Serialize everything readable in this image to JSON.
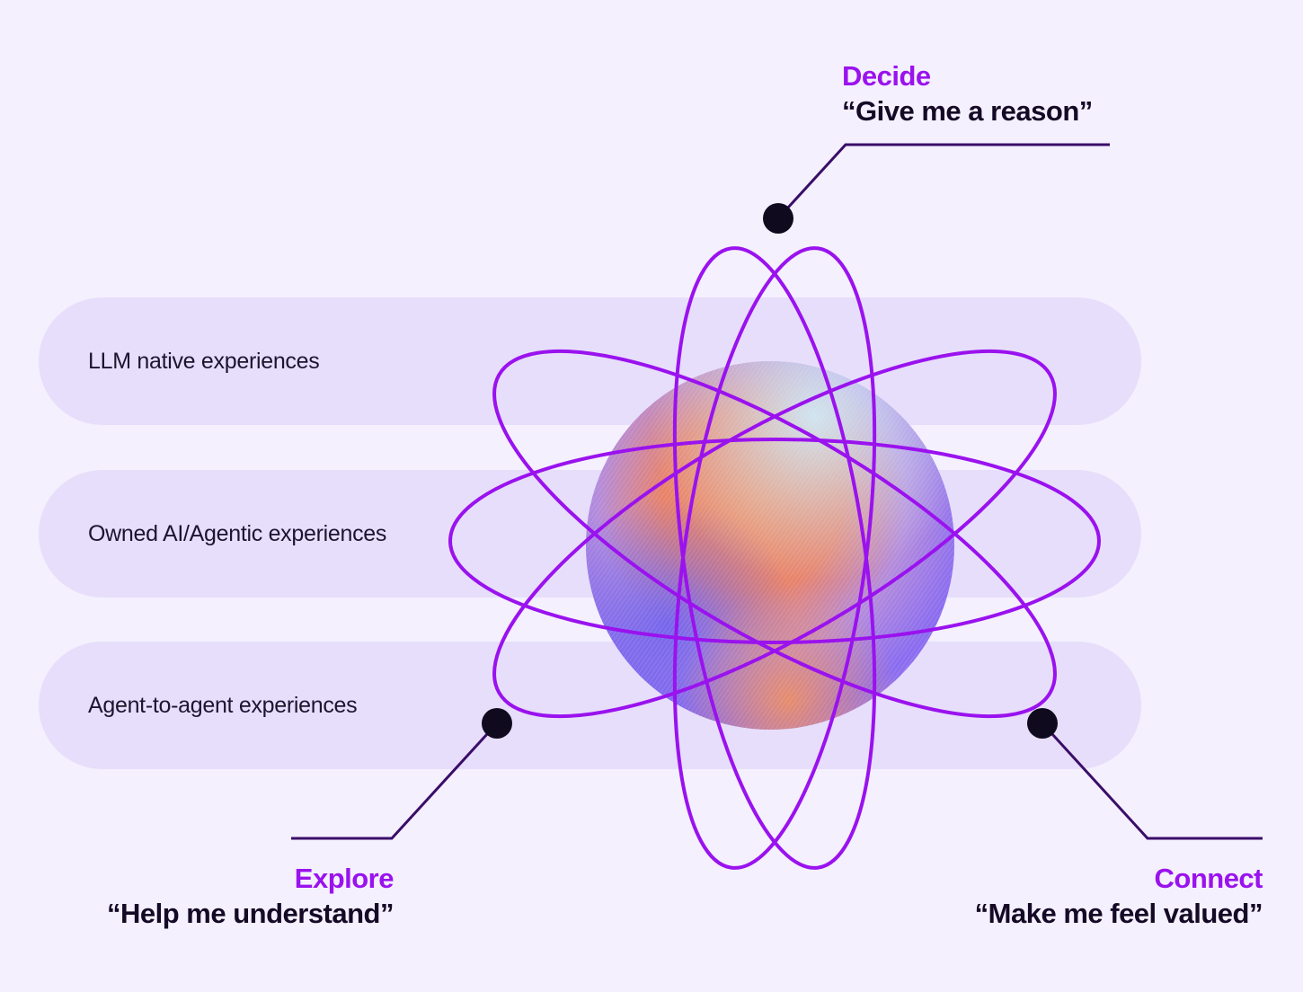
{
  "bands": [
    {
      "label": "LLM native experiences"
    },
    {
      "label": "Owned AI/Agentic experiences"
    },
    {
      "label": "Agent-to-agent experiences"
    }
  ],
  "callouts": {
    "decide": {
      "title": "Decide",
      "quote": "“Give me a reason”"
    },
    "explore": {
      "title": "Explore",
      "quote": "“Help me understand”"
    },
    "connect": {
      "title": "Connect",
      "quote": "“Make me feel valued”"
    }
  },
  "colors": {
    "background": "#f4f0fe",
    "band": "#e7defb",
    "orbit": "#9a12ee",
    "accent_text": "#9a12ee",
    "body_text": "#150a26",
    "leader_line": "#3a0e68",
    "node": "#0f0a1e"
  }
}
